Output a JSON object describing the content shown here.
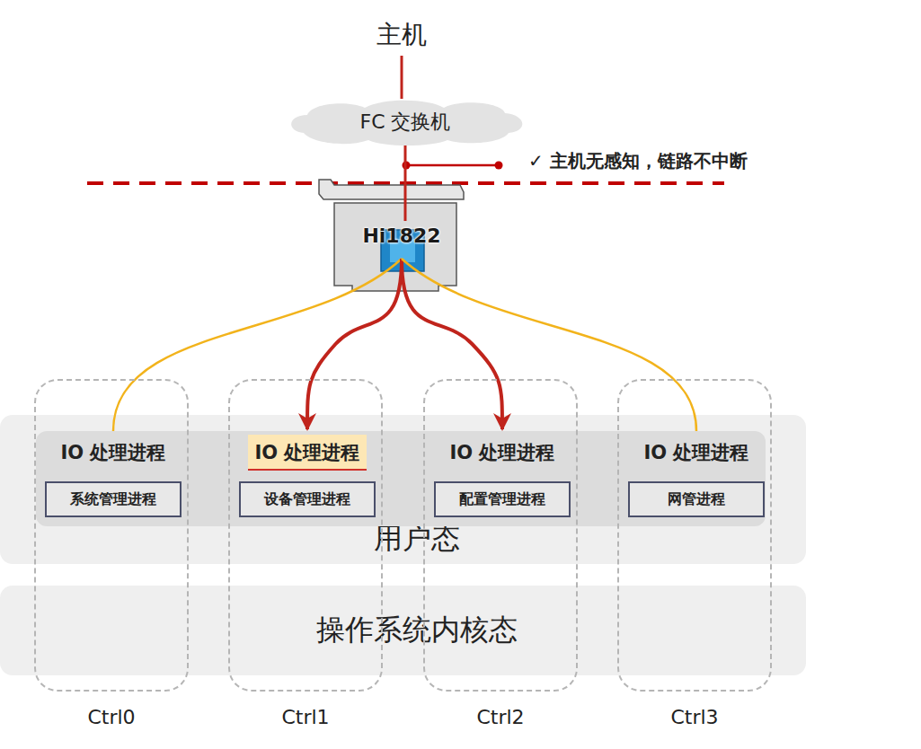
{
  "diagram": {
    "nodes": [
      {
        "text": [
          "主机"
        ]
      },
      {
        "text": [
          "FC 交换机"
        ]
      },
      {
        "text": [
          "Hi1822"
        ]
      },
      {
        "text": [
          "用户态"
        ]
      },
      {
        "text": [
          "操作系统内核态"
        ]
      },
      {
        "text": [
          "Ctrl0"
        ]
      },
      {
        "text": [
          "IO 处理进程"
        ],
        "in": 5
      },
      {
        "text": [
          "系统管理进程"
        ],
        "in": 6
      },
      {
        "text": [
          "Ctrl1"
        ]
      },
      {
        "text": [
          "IO 处理进程"
        ],
        "in": 8
      },
      {
        "text": [
          "设备管理进程"
        ],
        "in": 9
      },
      {
        "text": [
          "Ctrl2"
        ]
      },
      {
        "text": [
          "IO 处理进程"
        ],
        "in": 11
      },
      {
        "text": [
          "配置管理进程"
        ],
        "in": 12
      },
      {
        "text": [
          "Ctrl3"
        ]
      },
      {
        "text": [
          "IO 处理进程"
        ],
        "in": 14
      },
      {
        "text": [
          "网管进程"
        ],
        "in": 15
      }
    ],
    "edges": [
      {
        "from": 0,
        "to": 1,
        "arrow": "none"
      },
      {
        "from": 1,
        "to": 2,
        "arrow": "none"
      },
      {
        "from": 2,
        "to": 6,
        "arrow": "none"
      },
      {
        "from": 2,
        "to": 9,
        "arrow": "to"
      },
      {
        "from": 2,
        "to": 12,
        "arrow": "to"
      },
      {
        "from": 2,
        "to": 15,
        "arrow": "none"
      }
    ],
    "labels": [
      "✓ 主机无感知，链路不中断"
    ]
  }
}
